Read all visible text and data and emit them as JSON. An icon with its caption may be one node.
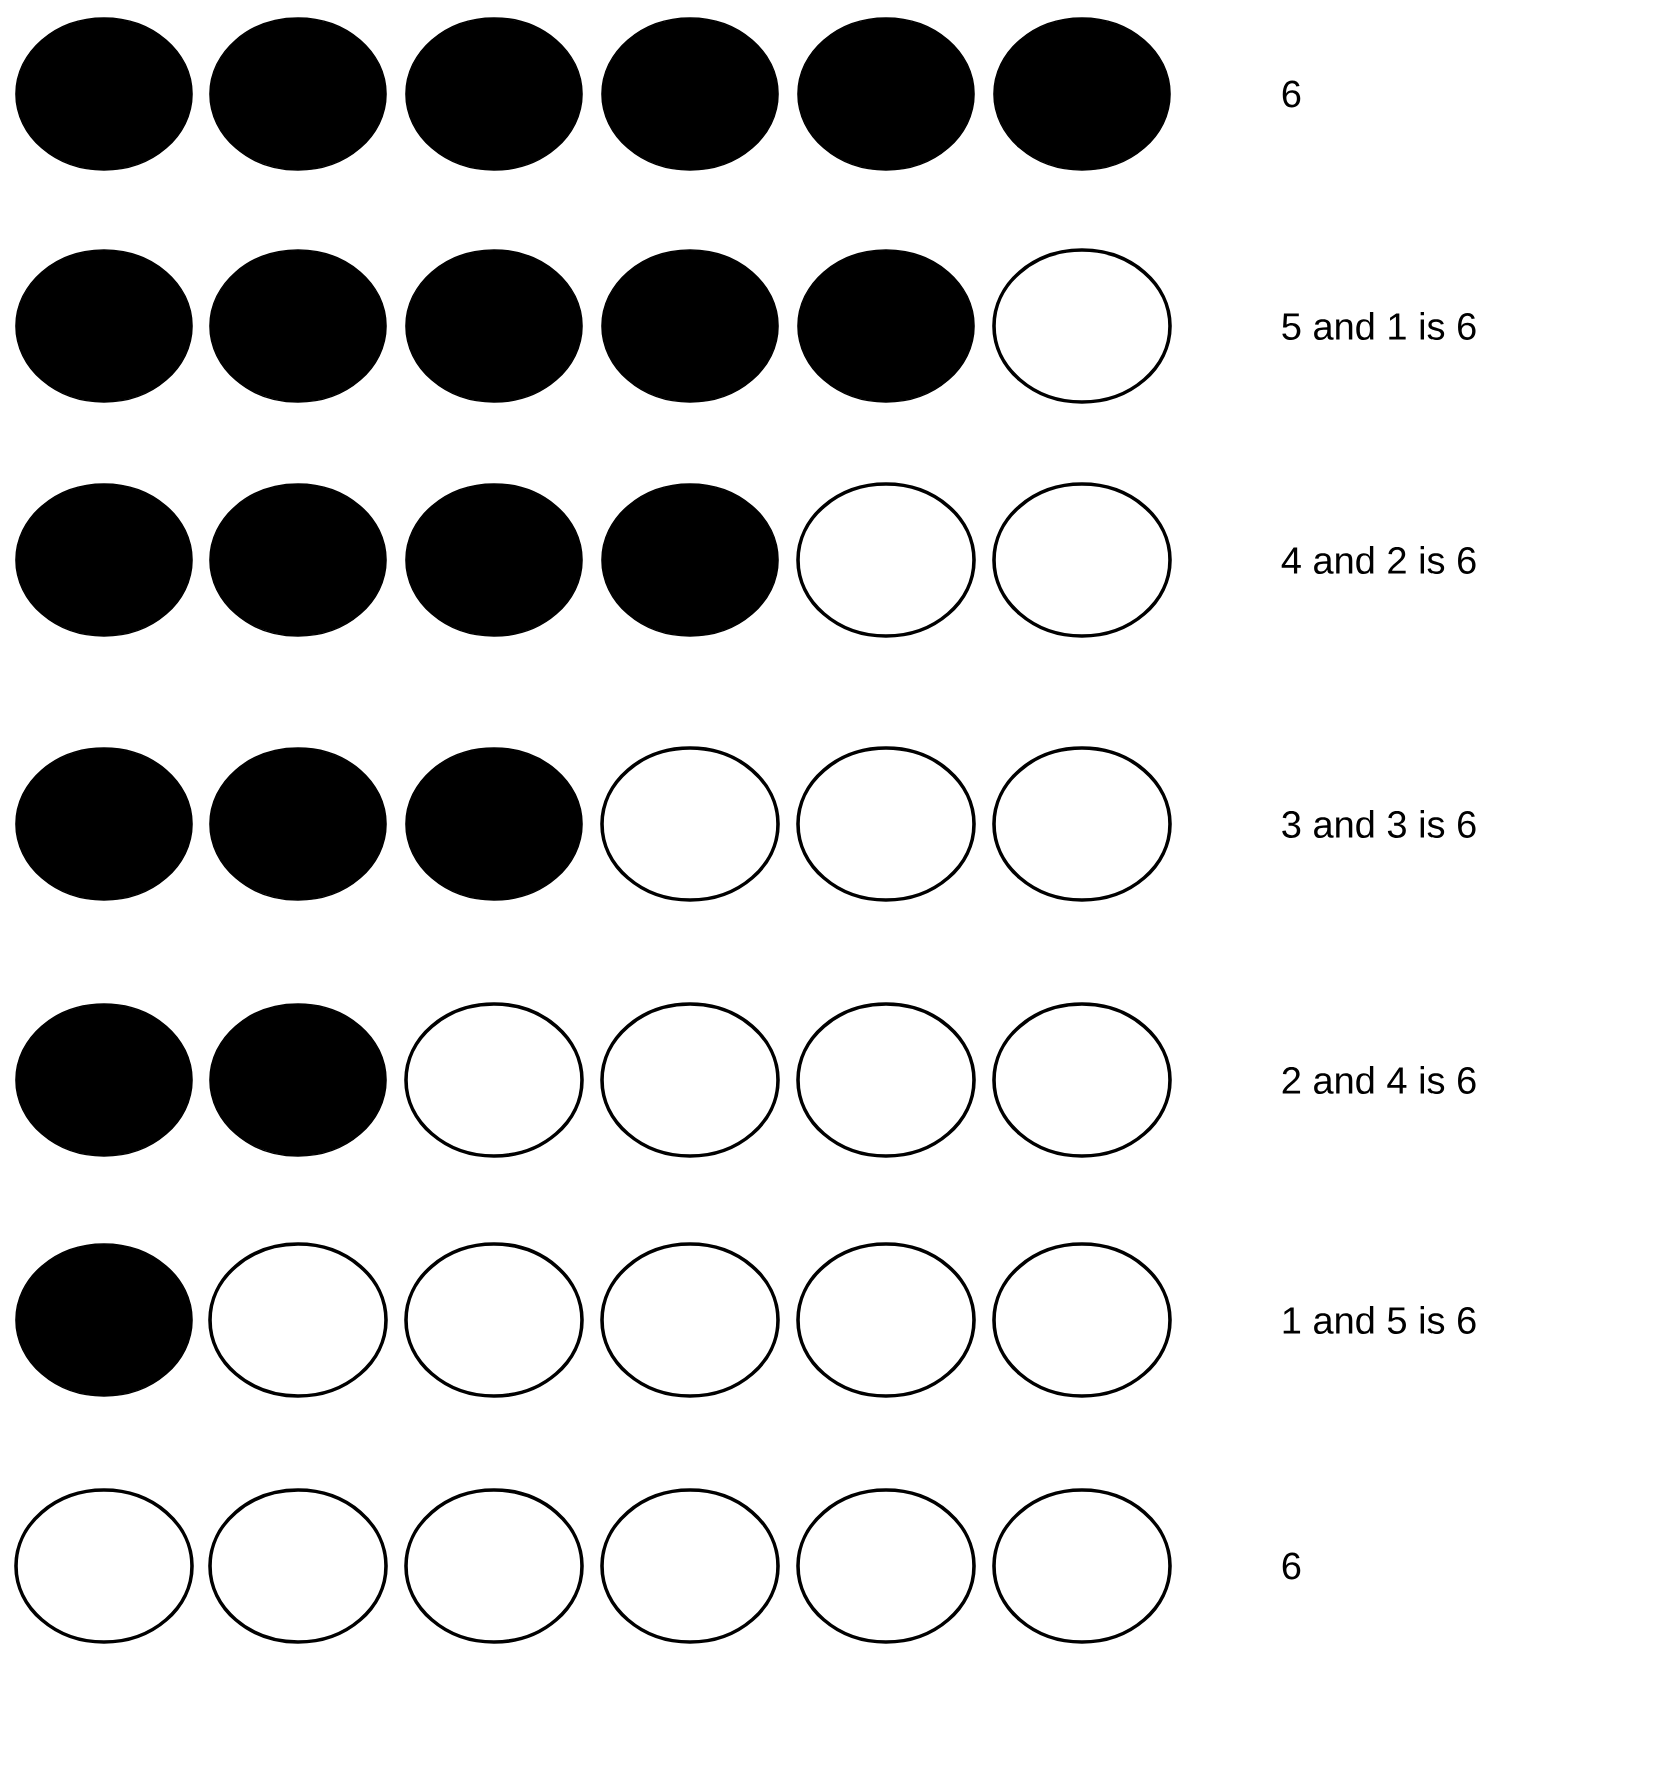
{
  "diagram": {
    "nodes": [
      {
        "text": [],
        "shape": "dot"
      },
      {
        "text": [],
        "shape": "dot"
      },
      {
        "text": [],
        "shape": "dot"
      },
      {
        "text": [],
        "shape": "dot"
      },
      {
        "text": [],
        "shape": "dot"
      },
      {
        "text": [],
        "shape": "dot"
      },
      {
        "text": [],
        "shape": "dot"
      },
      {
        "text": [],
        "shape": "dot"
      },
      {
        "text": [],
        "shape": "dot"
      },
      {
        "text": [],
        "shape": "dot"
      },
      {
        "text": [],
        "shape": "dot"
      },
      {
        "text": [],
        "shape": "circle"
      },
      {
        "text": [],
        "shape": "dot"
      },
      {
        "text": [],
        "shape": "dot"
      },
      {
        "text": [],
        "shape": "dot"
      },
      {
        "text": [],
        "shape": "dot"
      },
      {
        "text": [],
        "shape": "circle"
      },
      {
        "text": [],
        "shape": "circle"
      },
      {
        "text": [],
        "shape": "dot"
      },
      {
        "text": [],
        "shape": "dot"
      },
      {
        "text": [],
        "shape": "dot"
      },
      {
        "text": [],
        "shape": "circle"
      },
      {
        "text": [],
        "shape": "circle"
      },
      {
        "text": [],
        "shape": "circle"
      },
      {
        "text": [],
        "shape": "dot"
      },
      {
        "text": [],
        "shape": "dot"
      },
      {
        "text": [],
        "shape": "circle"
      },
      {
        "text": [],
        "shape": "circle"
      },
      {
        "text": [],
        "shape": "circle"
      },
      {
        "text": [],
        "shape": "circle"
      },
      {
        "text": [],
        "shape": "dot"
      },
      {
        "text": [],
        "shape": "circle"
      },
      {
        "text": [],
        "shape": "circle"
      },
      {
        "text": [],
        "shape": "circle"
      },
      {
        "text": [],
        "shape": "circle"
      },
      {
        "text": [],
        "shape": "circle"
      },
      {
        "text": [],
        "shape": "circle"
      },
      {
        "text": [],
        "shape": "circle"
      },
      {
        "text": [],
        "shape": "circle"
      },
      {
        "text": [],
        "shape": "circle"
      },
      {
        "text": [],
        "shape": "circle"
      },
      {
        "text": [],
        "shape": "circle"
      }
    ],
    "labels": [
      "6",
      "5 and 1 is 6",
      "4 and 2 is 6",
      "3 and 3 is 6",
      "2 and 4 is 6",
      "1 and 5 is 6",
      "6"
    ]
  }
}
